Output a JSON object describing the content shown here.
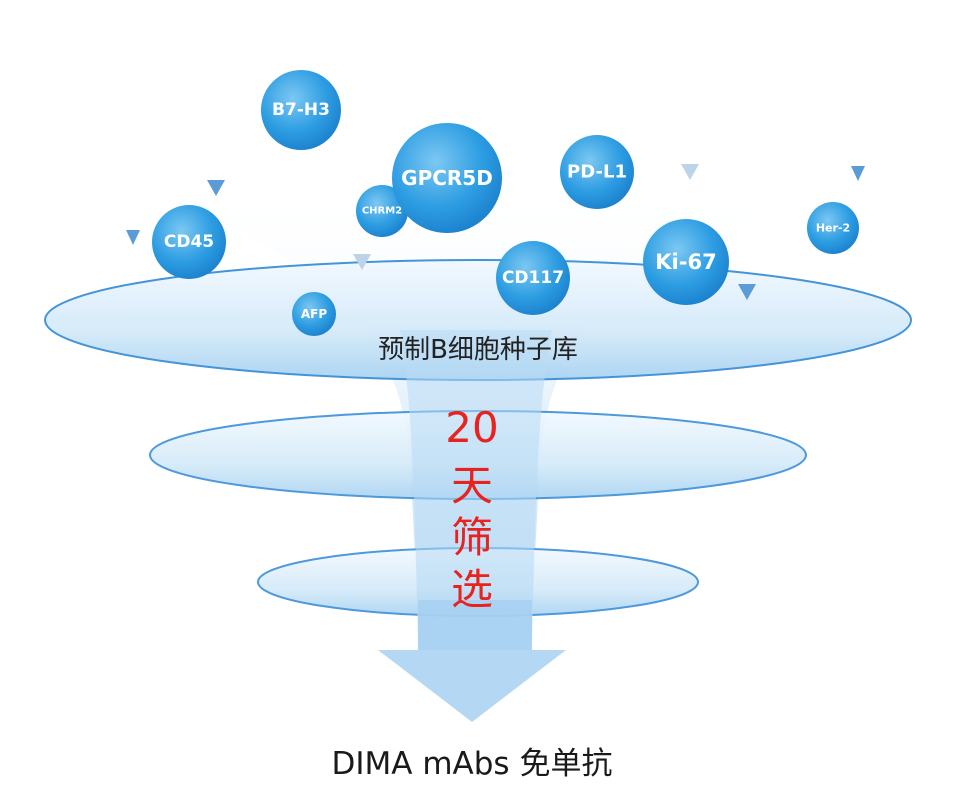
{
  "targets": [
    {
      "label": "B7-H3"
    },
    {
      "label": "GPCR5D"
    },
    {
      "label": "CHRM2"
    },
    {
      "label": "PD-L1"
    },
    {
      "label": "CD45"
    },
    {
      "label": "CD117"
    },
    {
      "label": "Ki-67"
    },
    {
      "label": "Her-2"
    },
    {
      "label": "AFP"
    }
  ],
  "library_label": "预制B细胞种子库",
  "screening": {
    "days": "20",
    "chars": [
      "天",
      "筛",
      "选"
    ]
  },
  "result_label": "DIMA mAbs 免单抗",
  "colors": {
    "bubble": "#2a9be0",
    "accent_red": "#e8231f",
    "disc": "#cfe6f8",
    "disc_edge": "#3a8fd8"
  }
}
